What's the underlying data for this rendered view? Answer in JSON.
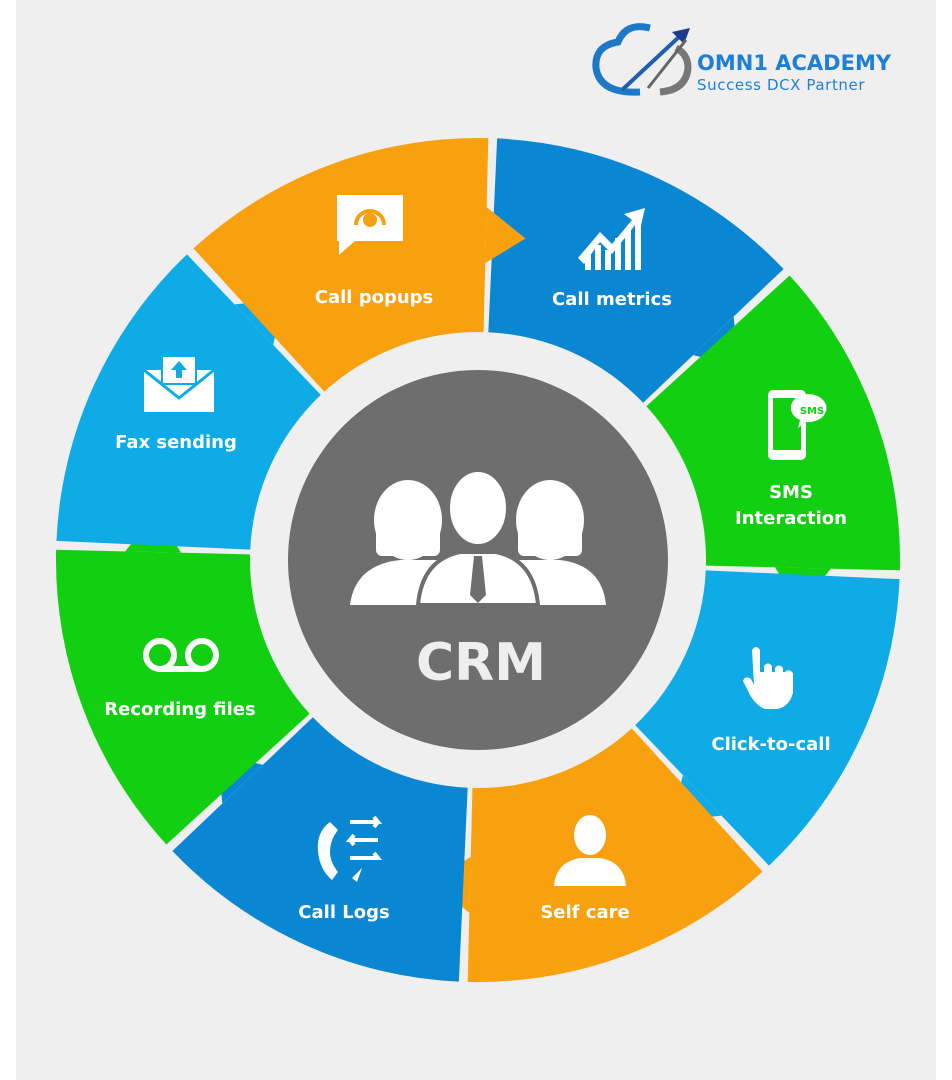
{
  "logo": {
    "title": "OMN1 ACADEMY",
    "subtitle": "Success DCX Partner"
  },
  "center": {
    "label": "CRM",
    "icon": "people-group-icon"
  },
  "colors": {
    "blue": "#0a87d2",
    "green": "#12cf12",
    "light_blue": "#0fabe6",
    "orange": "#f9a00f",
    "center": "#6e6e6e"
  },
  "segments": [
    {
      "label": "Call metrics",
      "icon": "growth-chart-icon",
      "color": "#0a87d2"
    },
    {
      "label": "SMS",
      "label2": "Interaction",
      "icon": "sms-phone-icon",
      "color": "#12cf12"
    },
    {
      "label": "Click-to-call",
      "icon": "tap-hand-icon",
      "color": "#0fabe6"
    },
    {
      "label": "Self care",
      "icon": "user-icon",
      "color": "#f9a00f"
    },
    {
      "label": "Call Logs",
      "icon": "call-log-icon",
      "color": "#0a87d2"
    },
    {
      "label": "Recording files",
      "icon": "voicemail-icon",
      "color": "#12cf12"
    },
    {
      "label": "Fax sending",
      "icon": "envelope-upload-icon",
      "color": "#0fabe6"
    },
    {
      "label": "Call popups",
      "icon": "headset-chat-icon",
      "color": "#f9a00f"
    }
  ]
}
